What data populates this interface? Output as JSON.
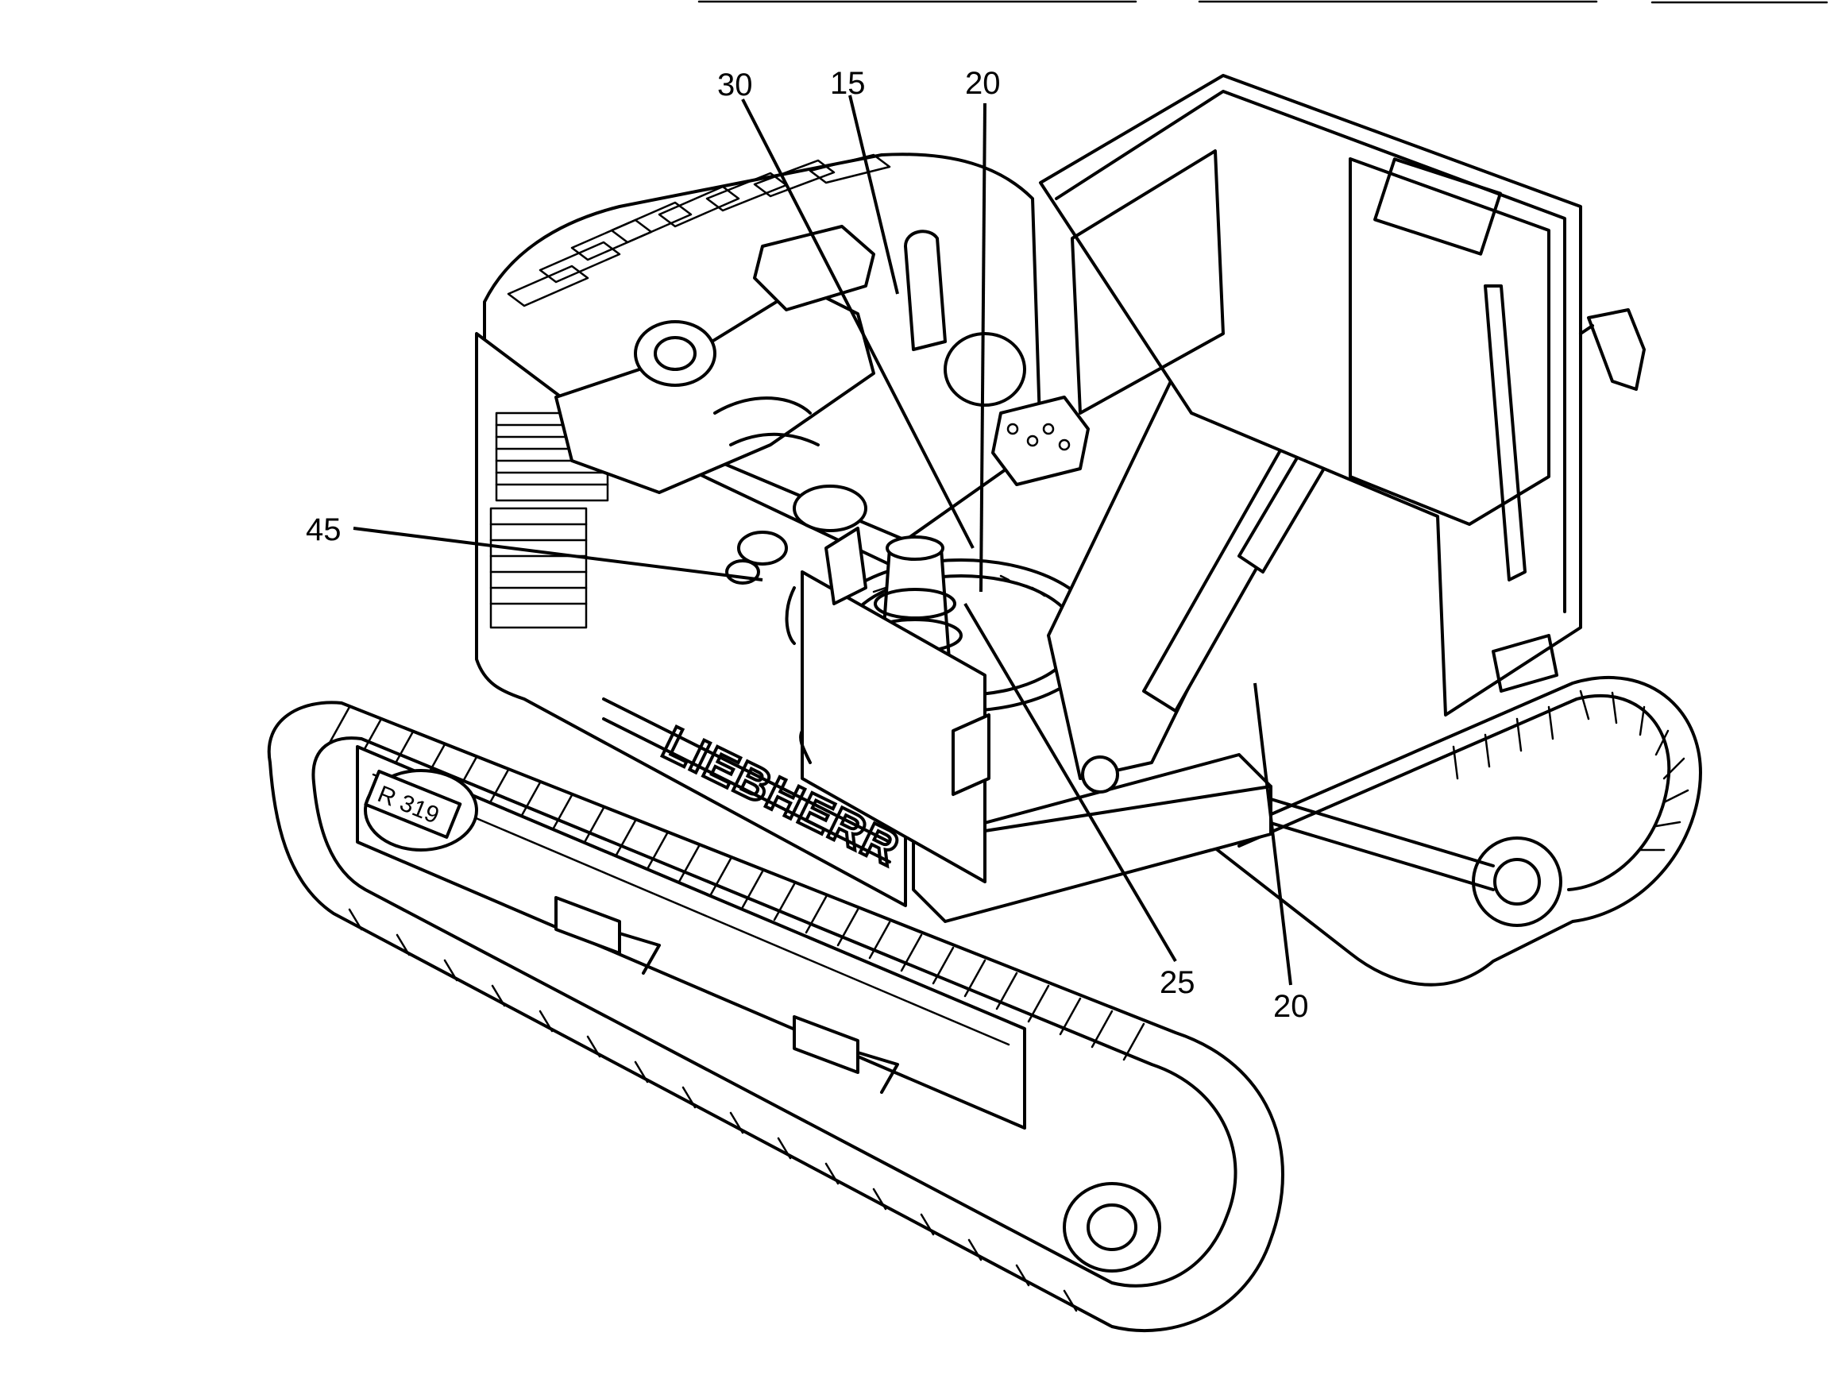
{
  "figure": {
    "brand_text": "LIEBHERR",
    "model_plate": "R 319",
    "colors": {
      "ink": "#000000",
      "paper": "#ffffff"
    }
  },
  "callouts": [
    {
      "id": "c30",
      "label": "30"
    },
    {
      "id": "c15",
      "label": "15"
    },
    {
      "id": "c20a",
      "label": "20"
    },
    {
      "id": "c45",
      "label": "45"
    },
    {
      "id": "c25",
      "label": "25"
    },
    {
      "id": "c20b",
      "label": "20"
    }
  ]
}
